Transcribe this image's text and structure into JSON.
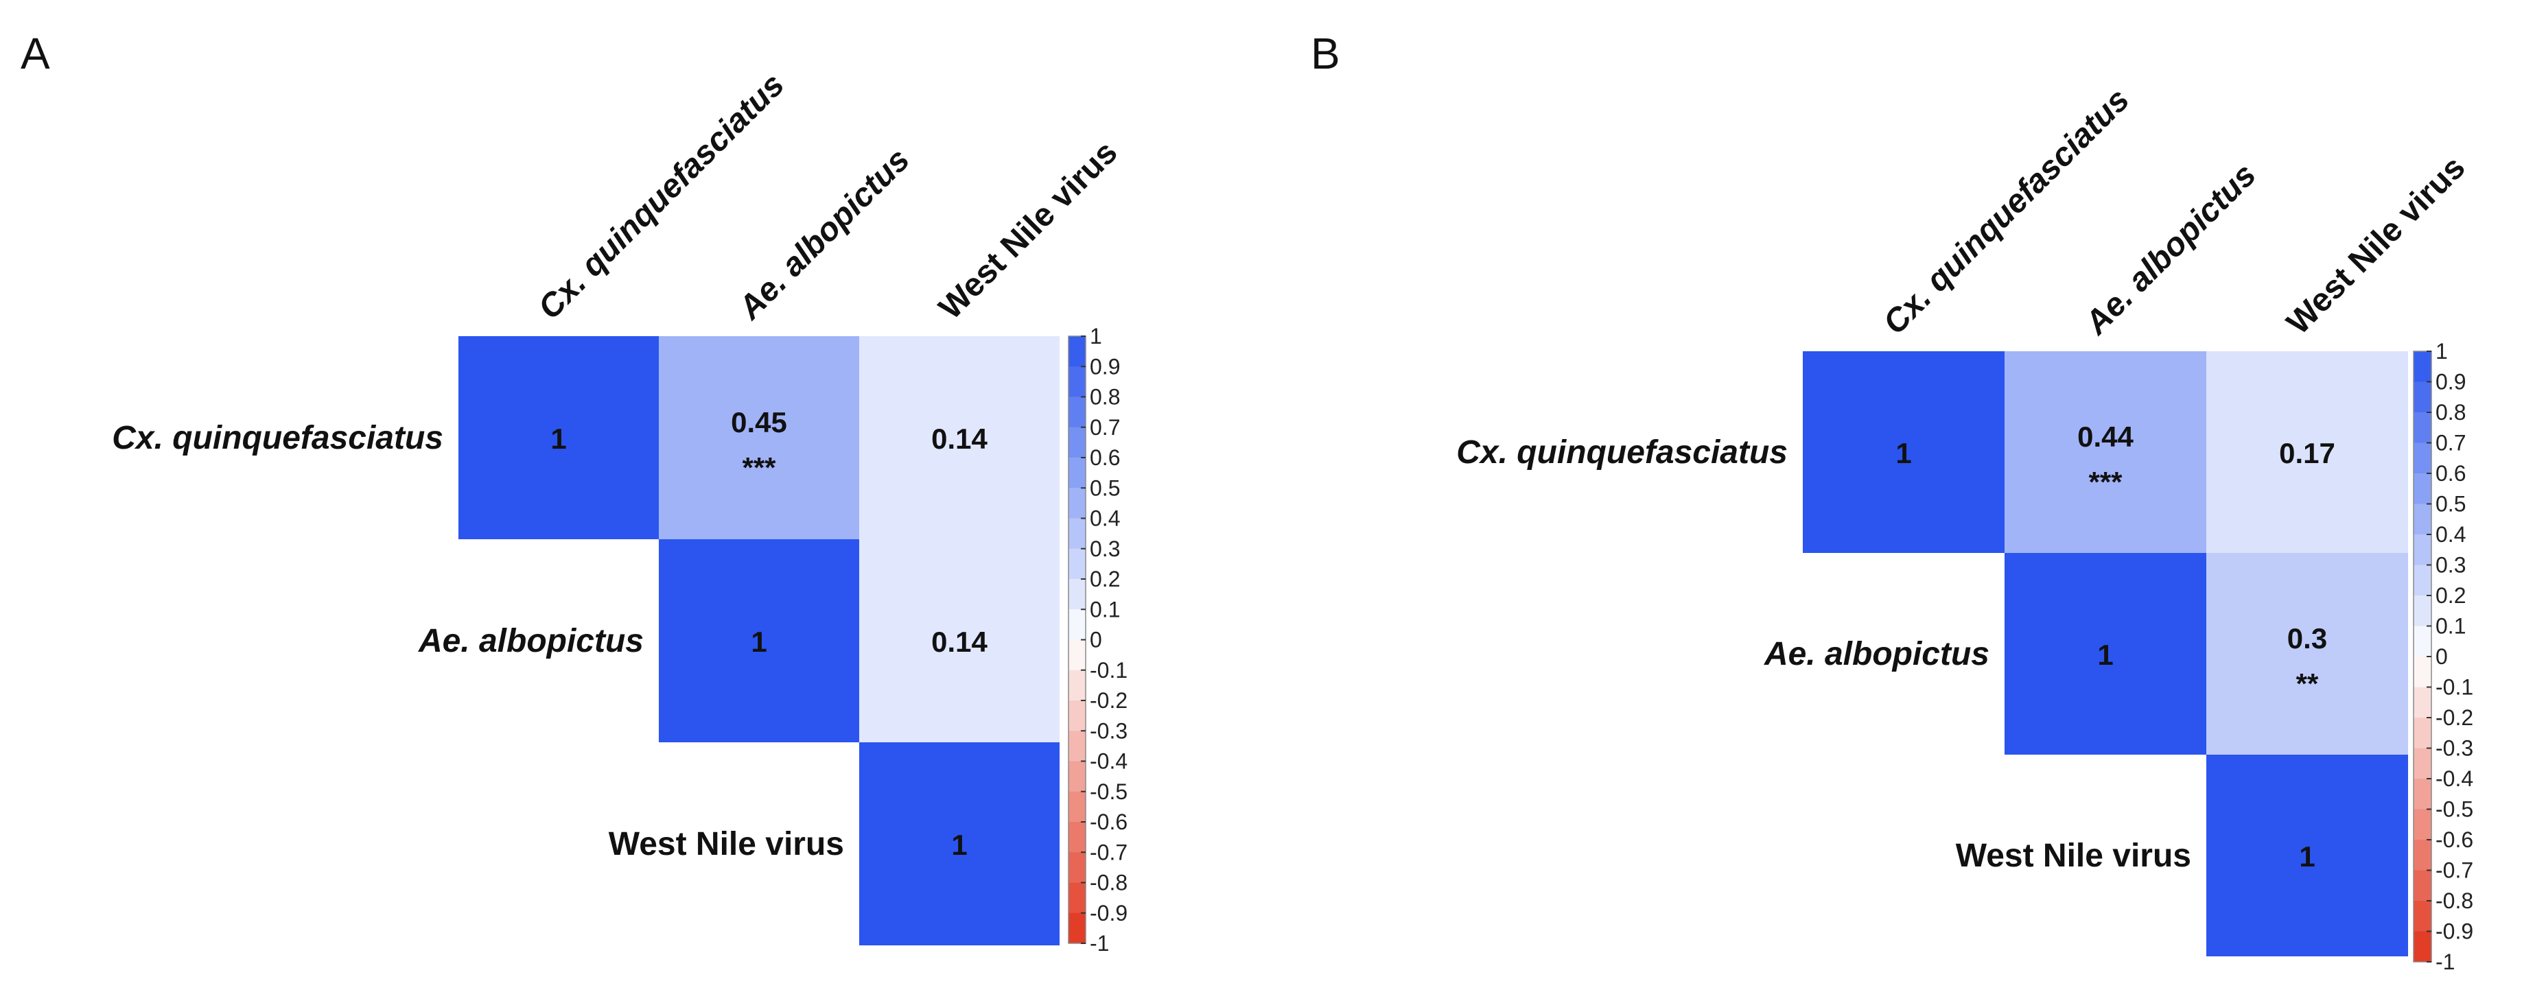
{
  "chart_data": [
    {
      "type": "heatmap",
      "panel_label": "A",
      "variables": [
        "Cx. quinquefasciatus",
        "Ae. albopictus",
        "West Nile virus"
      ],
      "italic_variables": [
        true,
        true,
        false
      ],
      "cells": [
        {
          "row": 0,
          "col": 0,
          "value": 1,
          "text": "1",
          "sig": ""
        },
        {
          "row": 0,
          "col": 1,
          "value": 0.45,
          "text": "0.45",
          "sig": "***"
        },
        {
          "row": 0,
          "col": 2,
          "value": 0.14,
          "text": "0.14",
          "sig": ""
        },
        {
          "row": 1,
          "col": 1,
          "value": 1,
          "text": "1",
          "sig": ""
        },
        {
          "row": 1,
          "col": 2,
          "value": 0.14,
          "text": "0.14",
          "sig": ""
        },
        {
          "row": 2,
          "col": 2,
          "value": 1,
          "text": "1",
          "sig": ""
        }
      ],
      "colorbar": {
        "range": [
          -1,
          1
        ],
        "ticks": [
          "1",
          "0.9",
          "0.8",
          "0.7",
          "0.6",
          "0.5",
          "0.4",
          "0.3",
          "0.2",
          "0.1",
          "0",
          "-0.1",
          "-0.2",
          "-0.3",
          "-0.4",
          "-0.5",
          "-0.6",
          "-0.7",
          "-0.8",
          "-0.9",
          "-1"
        ],
        "positive_color": "#2b55ee",
        "negative_color": "#e0331c",
        "zero_color": "#ffffff"
      }
    },
    {
      "type": "heatmap",
      "panel_label": "B",
      "variables": [
        "Cx. quinquefasciatus",
        "Ae. albopictus",
        "West Nile virus"
      ],
      "italic_variables": [
        true,
        true,
        false
      ],
      "cells": [
        {
          "row": 0,
          "col": 0,
          "value": 1,
          "text": "1",
          "sig": ""
        },
        {
          "row": 0,
          "col": 1,
          "value": 0.44,
          "text": "0.44",
          "sig": "***"
        },
        {
          "row": 0,
          "col": 2,
          "value": 0.17,
          "text": "0.17",
          "sig": ""
        },
        {
          "row": 1,
          "col": 1,
          "value": 1,
          "text": "1",
          "sig": ""
        },
        {
          "row": 1,
          "col": 2,
          "value": 0.3,
          "text": "0.3",
          "sig": "**"
        },
        {
          "row": 2,
          "col": 2,
          "value": 1,
          "text": "1",
          "sig": ""
        }
      ],
      "colorbar": {
        "range": [
          -1,
          1
        ],
        "ticks": [
          "1",
          "0.9",
          "0.8",
          "0.7",
          "0.6",
          "0.5",
          "0.4",
          "0.3",
          "0.2",
          "0.1",
          "0",
          "-0.1",
          "-0.2",
          "-0.3",
          "-0.4",
          "-0.5",
          "-0.6",
          "-0.7",
          "-0.8",
          "-0.9",
          "-1"
        ],
        "positive_color": "#2b55ee",
        "negative_color": "#e0331c",
        "zero_color": "#ffffff"
      }
    }
  ]
}
